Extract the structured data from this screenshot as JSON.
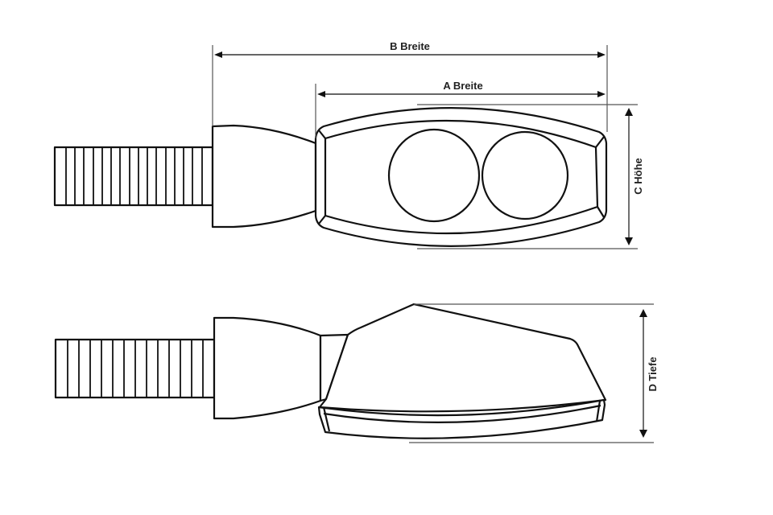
{
  "diagram": {
    "type": "technical-dimension-drawing",
    "subject": "LED turn signal indicator with threaded bolt",
    "views": [
      {
        "name": "top-view",
        "description": "Front view showing housing with two round lenses"
      },
      {
        "name": "side-view",
        "description": "Side profile of housing"
      }
    ],
    "dimensions": {
      "b_width": {
        "label": "B Breite"
      },
      "a_width": {
        "label": "A Breite"
      },
      "c_height": {
        "label": "C Höhe"
      },
      "d_depth": {
        "label": "D Tiefe"
      }
    },
    "colors": {
      "line": "#111111",
      "extension_line": "#555555",
      "background": "#ffffff"
    }
  }
}
